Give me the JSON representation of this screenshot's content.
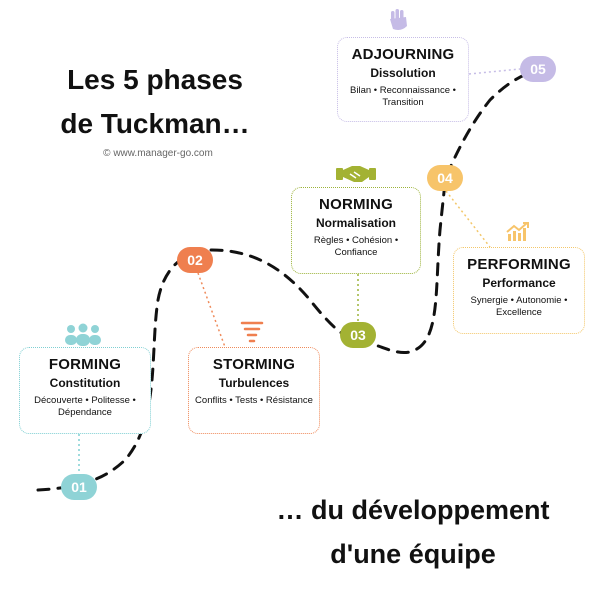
{
  "title": {
    "line1": "Les 5 phases",
    "line2": "de Tuckman…"
  },
  "credit": "© www.manager-go.com",
  "subtitle": {
    "line1": "… du développement",
    "line2": "d'une équipe"
  },
  "stages": {
    "forming": {
      "number": "01",
      "name": "FORMING",
      "phase": "Constitution",
      "keywords": "Découverte • Politesse • Dépendance",
      "color": "#7fcfd2",
      "icon": "group-icon"
    },
    "storming": {
      "number": "02",
      "name": "STORMING",
      "phase": "Turbulences",
      "keywords": "Conflits • Tests • Résistance",
      "color": "#ef8a5a",
      "icon": "tornado-icon"
    },
    "norming": {
      "number": "03",
      "name": "NORMING",
      "phase": "Normalisation",
      "keywords": "Règles • Cohésion • Confiance",
      "color": "#9cb33a",
      "icon": "handshake-icon"
    },
    "performing": {
      "number": "04",
      "name": "PERFORMING",
      "phase": "Performance",
      "keywords": "Synergie • Autonomie • Excellence",
      "color": "#f3c76a",
      "icon": "growth-chart-icon"
    },
    "adjourning": {
      "number": "05",
      "name": "ADJOURNING",
      "phase": "Dissolution",
      "keywords": "Bilan • Reconnaissance • Transition",
      "color": "#c6bde6",
      "icon": "waving-hand-icon"
    }
  }
}
